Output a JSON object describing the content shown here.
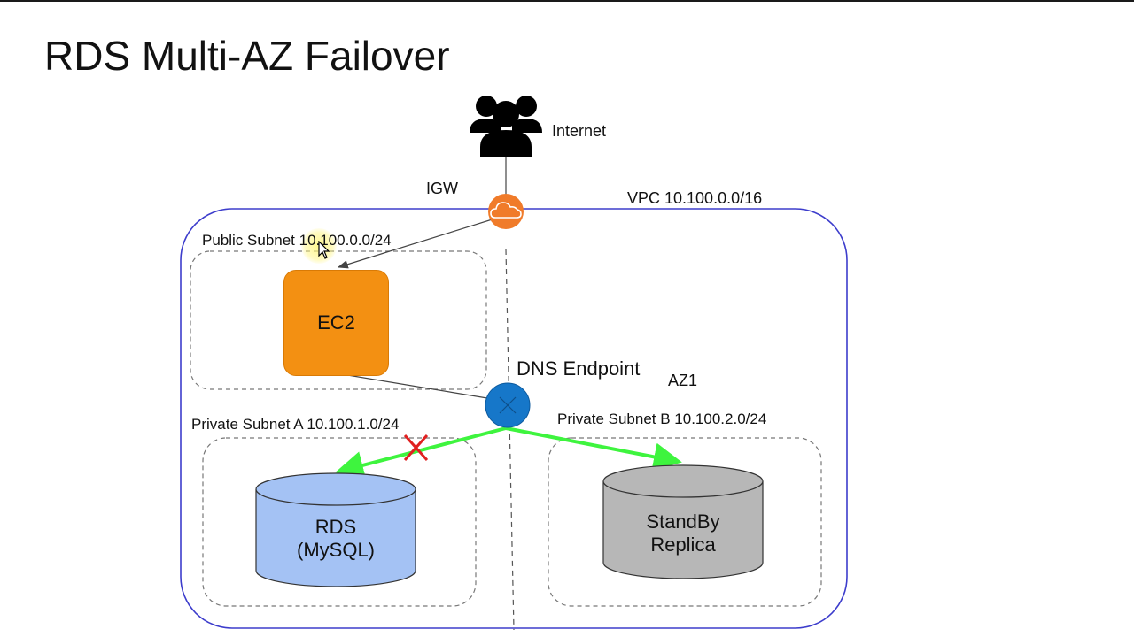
{
  "title": "RDS Multi-AZ Failover",
  "labels": {
    "internet": "Internet",
    "igw": "IGW",
    "vpc": "VPC 10.100.0.0/16",
    "public_subnet": "Public Subnet 10.100.0.0/24",
    "ec2": "EC2",
    "dns_endpoint": "DNS Endpoint",
    "az1": "AZ1",
    "private_subnet_a": "Private Subnet A 10.100.1.0/24",
    "private_subnet_b": "Private Subnet B 10.100.2.0/24",
    "rds": "RDS\n(MySQL)",
    "standby": "StandBy\nReplica"
  },
  "icons": {
    "users": "users-group-icon",
    "igw": "cloud-gateway-icon",
    "dns": "dns-endpoint-icon",
    "failed": "x-mark-icon",
    "cursor": "mouse-pointer-icon"
  },
  "colors": {
    "ec2": "#f39012",
    "rds": "#a4c2f4",
    "standby": "#b7b7b7",
    "vpc_border": "#3d3dcc",
    "arrow_active": "#3ef43e",
    "failed_mark": "#e02020",
    "igw": "#f07b2a",
    "dns": "#1677c9"
  }
}
